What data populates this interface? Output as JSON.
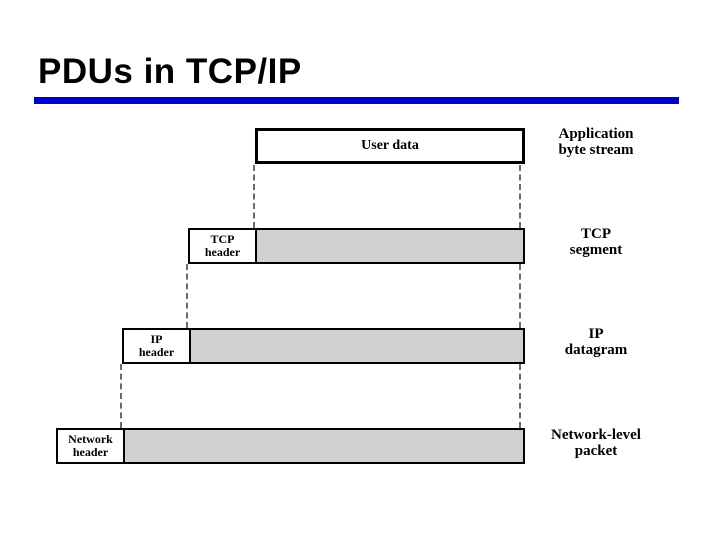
{
  "slide": {
    "title": "PDUs in TCP/IP",
    "accent_color": "#0000cc",
    "background_color": "#ffffff"
  },
  "diagram": {
    "colors": {
      "payload_fill": "#d0d0d0",
      "box_border": "#000000",
      "dashed_connector": "#6b6b6b"
    },
    "rows": [
      {
        "name": "application-byte-stream",
        "header": null,
        "box_label": "User data",
        "right_label": [
          "Application",
          "byte stream"
        ]
      },
      {
        "name": "tcp-segment",
        "header": [
          "TCP",
          "header"
        ],
        "box_label": "",
        "right_label": [
          "TCP",
          "segment"
        ]
      },
      {
        "name": "ip-datagram",
        "header": [
          "IP",
          "header"
        ],
        "box_label": "",
        "right_label": [
          "IP",
          "datagram"
        ]
      },
      {
        "name": "network-level-packet",
        "header": [
          "Network",
          "header"
        ],
        "box_label": "",
        "right_label": [
          "Network-level",
          "packet"
        ]
      }
    ]
  }
}
